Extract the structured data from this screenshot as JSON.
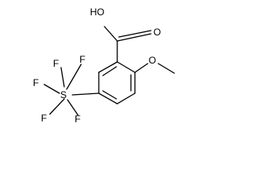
{
  "molecule": {
    "atoms": {
      "carboxyl_hydroxyl": "HO",
      "carbonyl_oxygen": "O",
      "ether_oxygen": "O",
      "sulfur": "S",
      "fluorine_1": "F",
      "fluorine_2": "F",
      "fluorine_3": "F",
      "fluorine_4": "F",
      "fluorine_5": "F"
    },
    "colors": {
      "ink": "#000000",
      "background": "#ffffff"
    }
  }
}
